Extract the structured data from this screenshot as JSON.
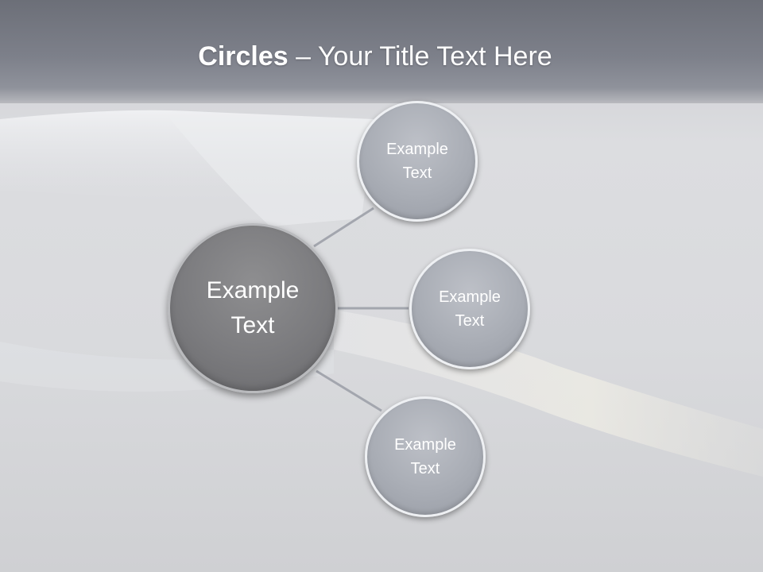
{
  "slide": {
    "title_bold": "Circles",
    "title_rest": " – Your Title Text Here"
  },
  "diagram": {
    "center": {
      "line1": "Example",
      "line2": "Text"
    },
    "nodes": [
      {
        "line1": "Example",
        "line2": "Text"
      },
      {
        "line1": "Example",
        "line2": "Text"
      },
      {
        "line1": "Example",
        "line2": "Text"
      }
    ]
  },
  "colors": {
    "title_band": "#7d808a",
    "main_circle": "#7b7b7e",
    "node_circle": "#a9adb5",
    "connector": "#a3a6ae"
  }
}
